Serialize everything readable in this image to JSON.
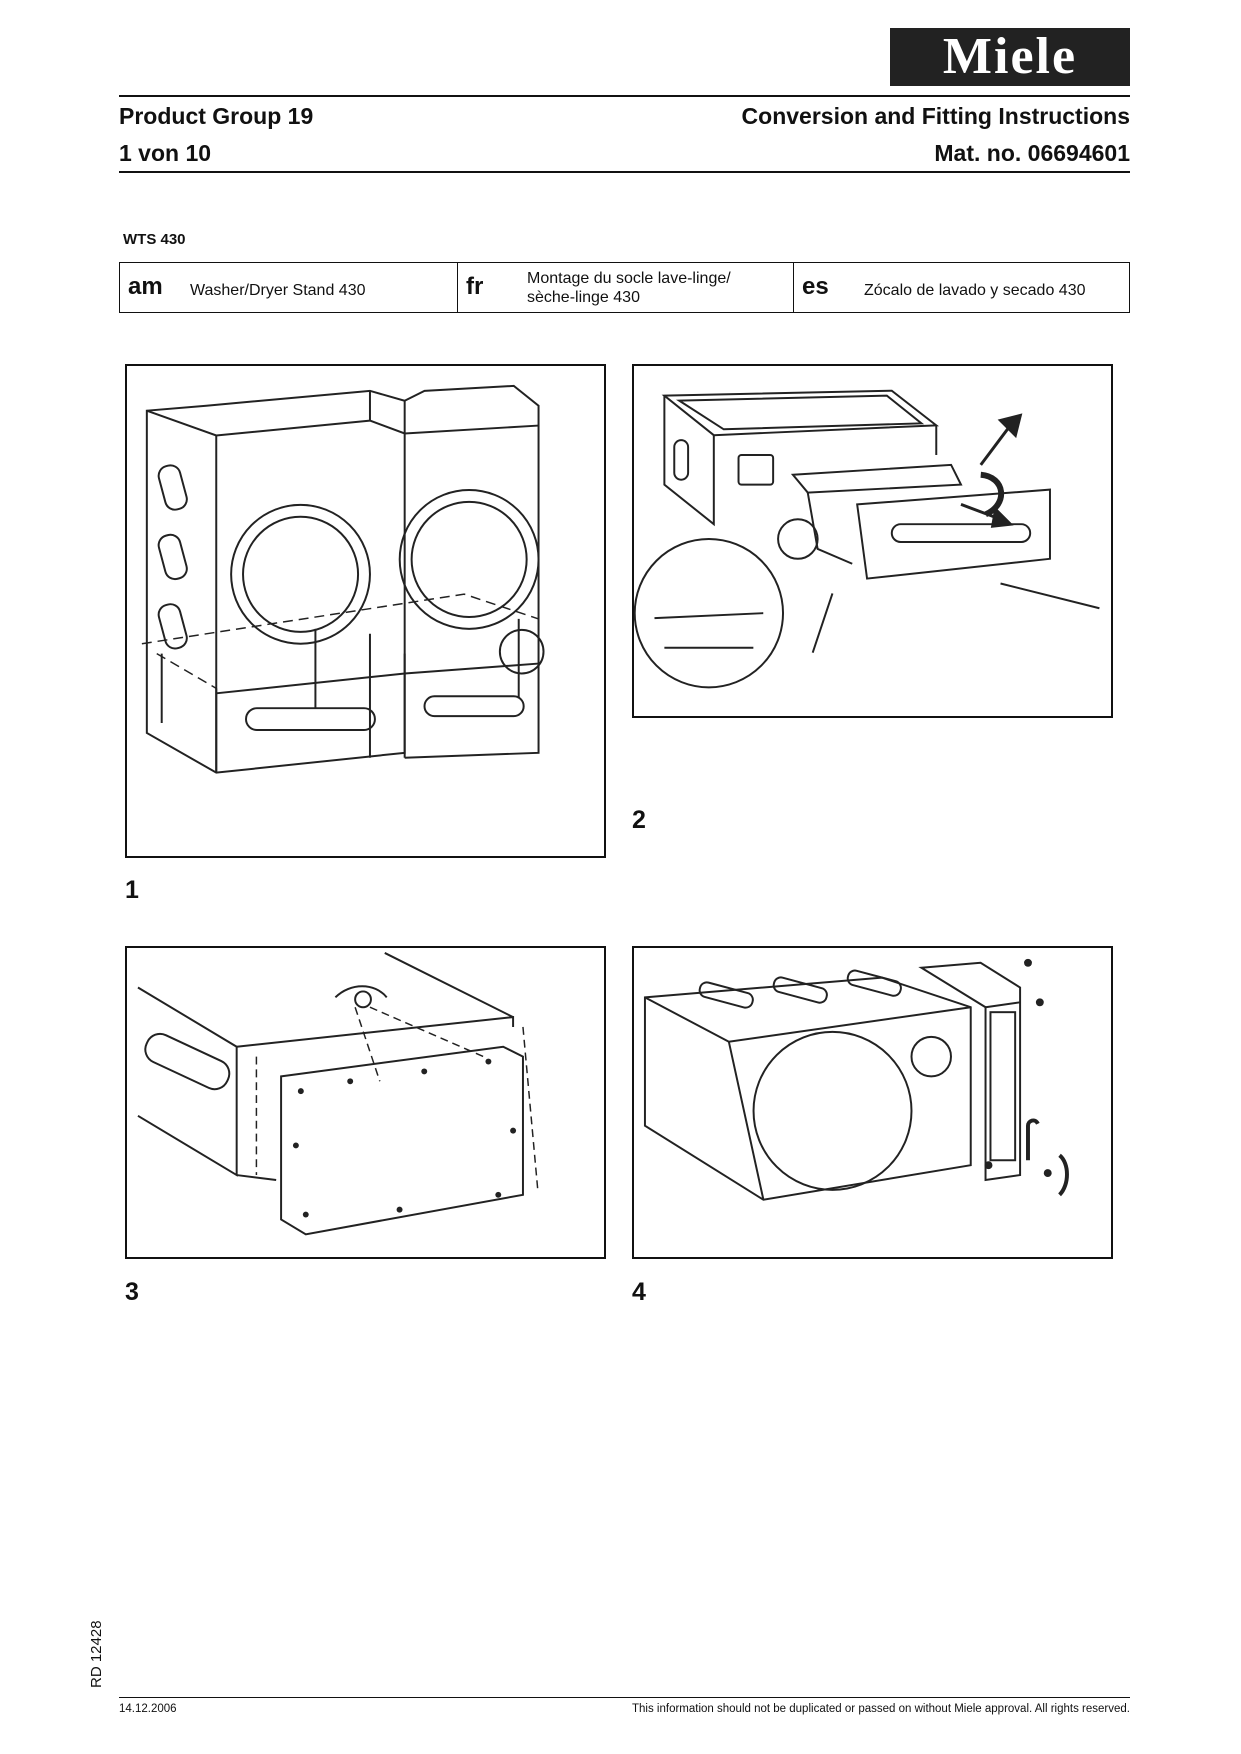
{
  "logo": "Miele",
  "header": {
    "product_group": "Product Group 19",
    "page": "1 von 10",
    "doc_title": "Conversion and Fitting Instructions",
    "mat_no": "Mat. no. 06694601"
  },
  "model": "WTS 430",
  "languages": [
    {
      "code": "am",
      "text": "Washer/Dryer Stand 430"
    },
    {
      "code": "fr",
      "text": "Montage du socle lave-linge/ sèche-linge 430"
    },
    {
      "code": "es",
      "text": "Zócalo de lavado y secado 430"
    }
  ],
  "figures": [
    {
      "number": "1"
    },
    {
      "number": "2"
    },
    {
      "number": "3"
    },
    {
      "number": "4"
    }
  ],
  "side_ref": "RD 12428",
  "footer": {
    "date": "14.12.2006",
    "notice": "This information should not be duplicated or passed on without Miele approval. All rights reserved."
  }
}
